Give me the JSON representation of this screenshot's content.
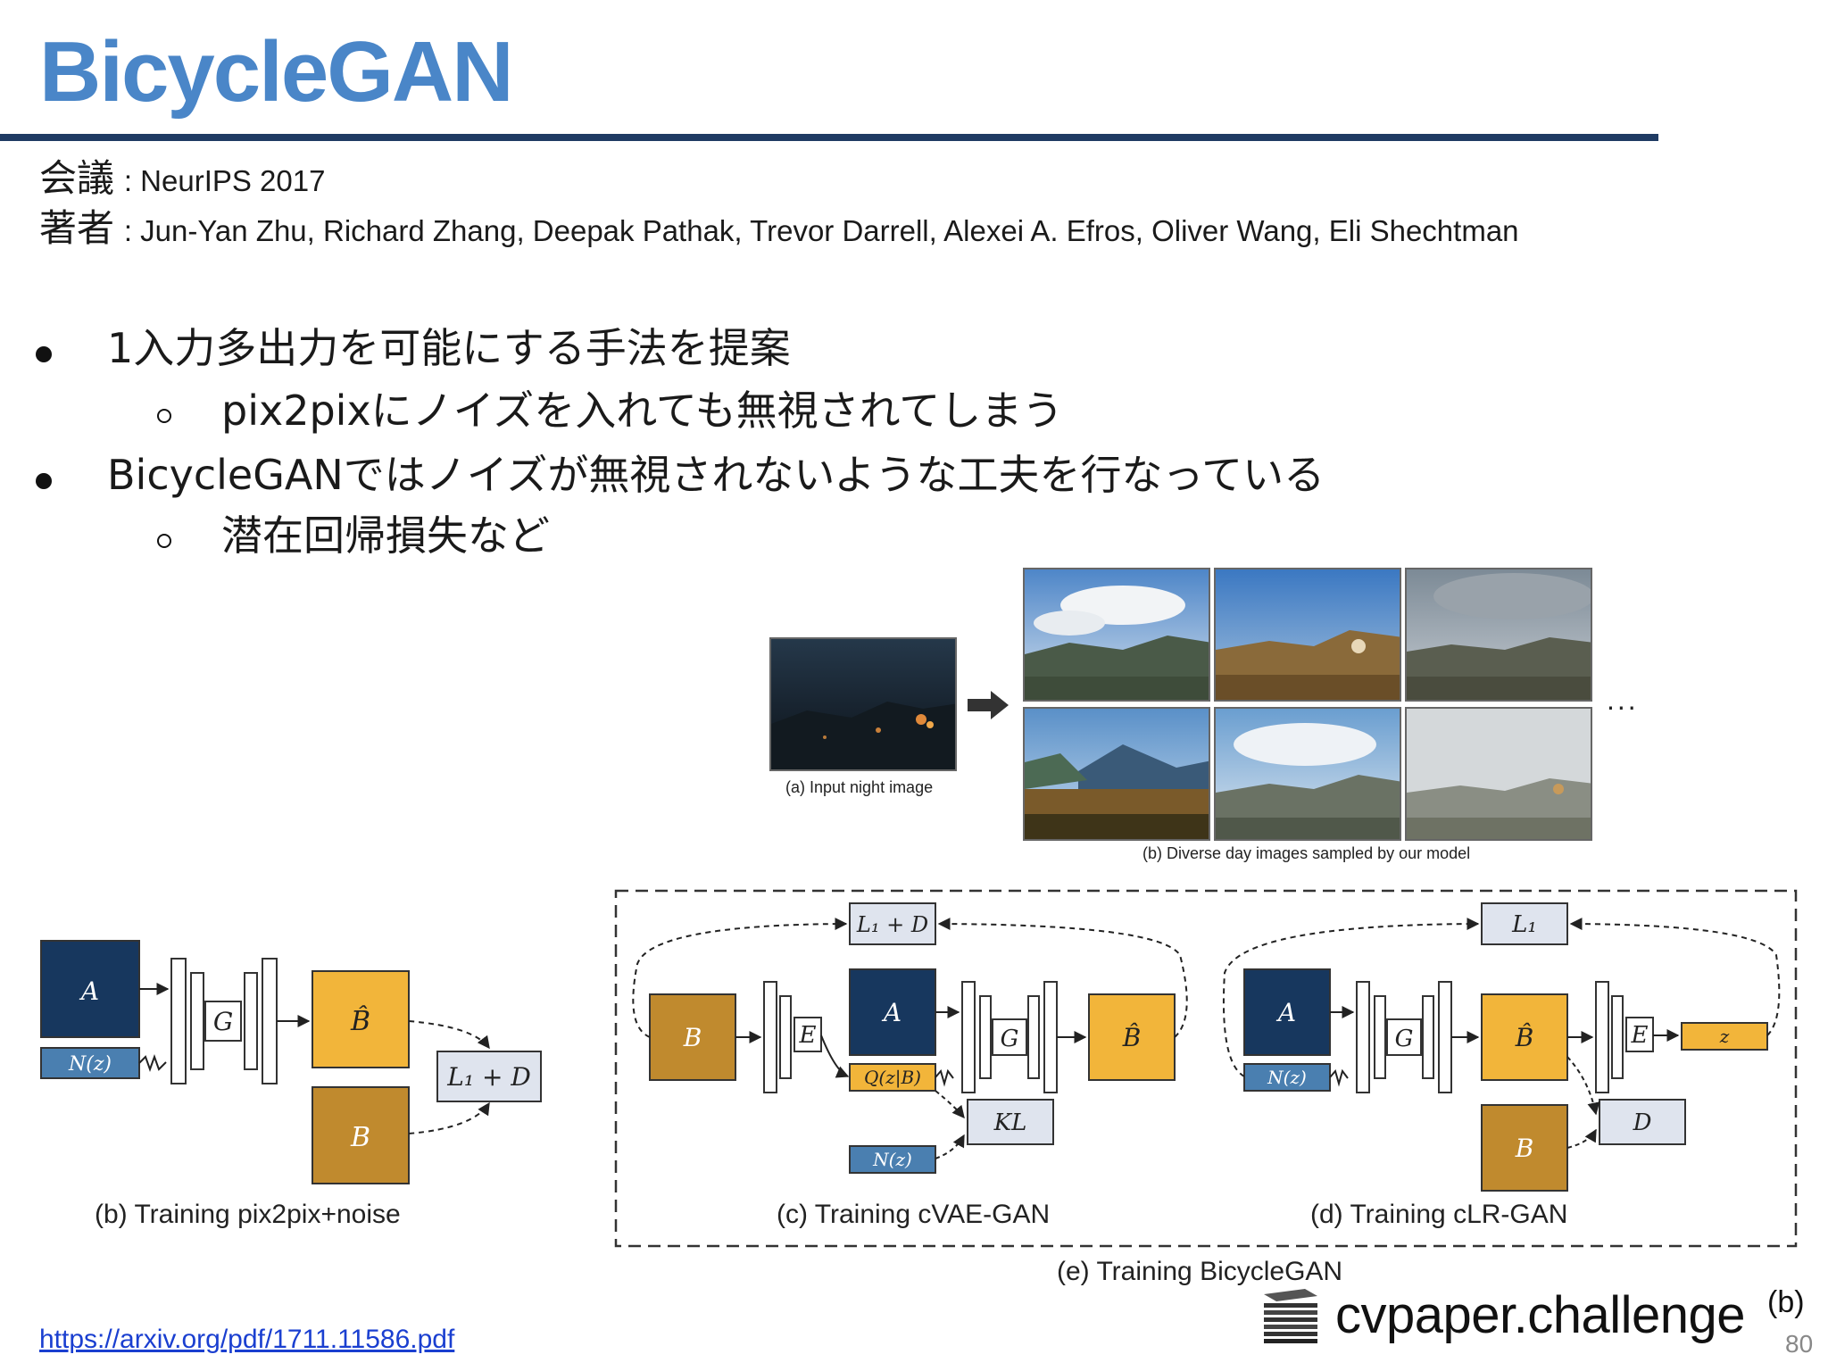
{
  "slide": {
    "title": "BicycleGAN",
    "conference_key": "会議",
    "conference_value": ": NeurIPS 2017",
    "authors_key": "著者",
    "authors_value": ": Jun-Yan Zhu, Richard Zhang, Deepak Pathak, Trevor Darrell, Alexei A. Efros, Oliver Wang, Eli Shechtman",
    "bullets": [
      "1入力多出力を可能にする手法を提案",
      "pix2pixにノイズを入れても無視されてしまう",
      "BicycleGANではノイズが無視されないような工夫を行なっている",
      "潜在回帰損失など"
    ],
    "link": "https://arxiv.org/pdf/1711.11586.pdf",
    "brand": "cvpaper.challenge",
    "brand_mark": "(b)",
    "page_number": "80"
  },
  "figure_top": {
    "caption_a": "(a) Input night image",
    "caption_b": "(b) Diverse day images sampled by our model",
    "ellipsis": "..."
  },
  "figure_bottom": {
    "cap_b": "(b) Training pix2pix+noise",
    "cap_c": "(c) Training cVAE-GAN",
    "cap_d": "(d) Training cLR-GAN",
    "cap_e": "(e) Training BicycleGAN",
    "labels": {
      "A": "A",
      "B": "B",
      "B_hat": "B̂",
      "G": "G",
      "E": "E",
      "D": "D",
      "KL": "KL",
      "Nz": "N(z)",
      "Qzb": "Q(z|B)",
      "z": "z",
      "L1D": "L₁ + D",
      "L1": "L₁"
    }
  },
  "colors": {
    "title": "#4a86c8",
    "rule": "#1f3b63",
    "navy": "#17375e",
    "orange": "#f2b53a",
    "brown": "#c08a2e",
    "steel": "#4a7fb0",
    "gray_box": "#dfe4ee"
  }
}
